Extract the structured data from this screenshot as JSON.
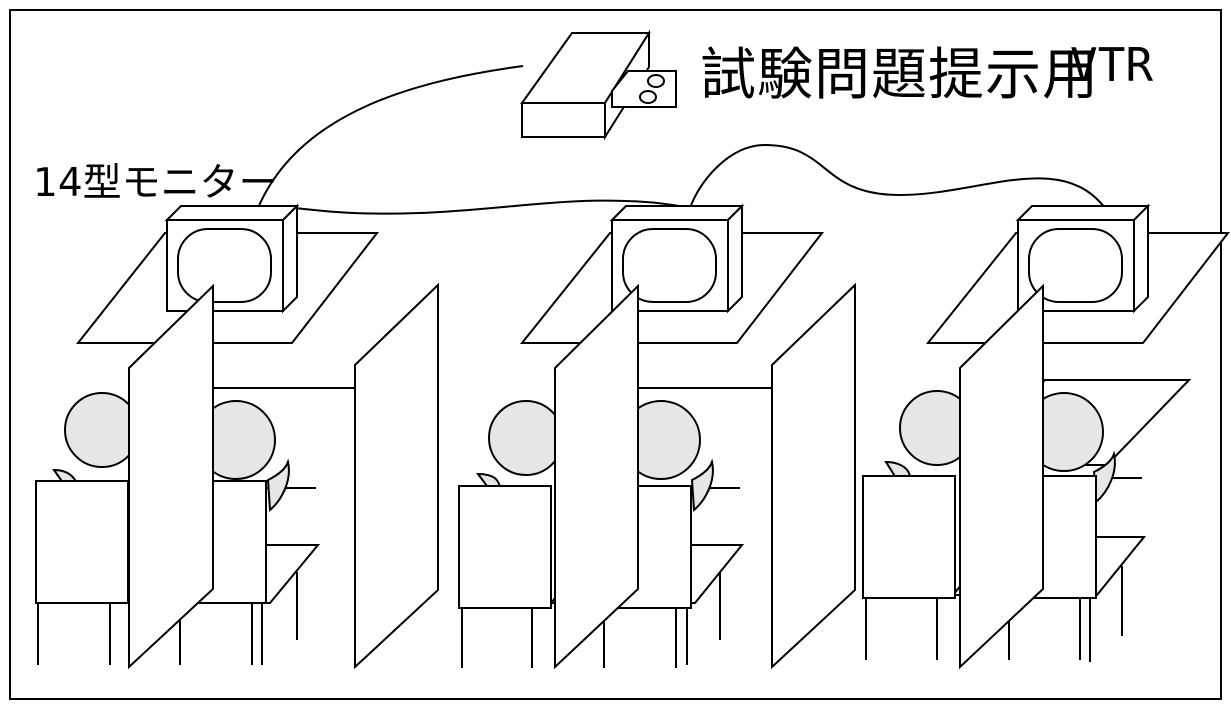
{
  "title": {
    "main": "試験問題提示用",
    "device": "VTR"
  },
  "monitor_label": "14型モニター",
  "colors": {
    "stroke": "#000000",
    "head_fill": "#e6e6e6",
    "paper": "#ffffff"
  },
  "units": [
    {
      "name": "booth-left"
    },
    {
      "name": "booth-center"
    },
    {
      "name": "booth-right"
    }
  ]
}
